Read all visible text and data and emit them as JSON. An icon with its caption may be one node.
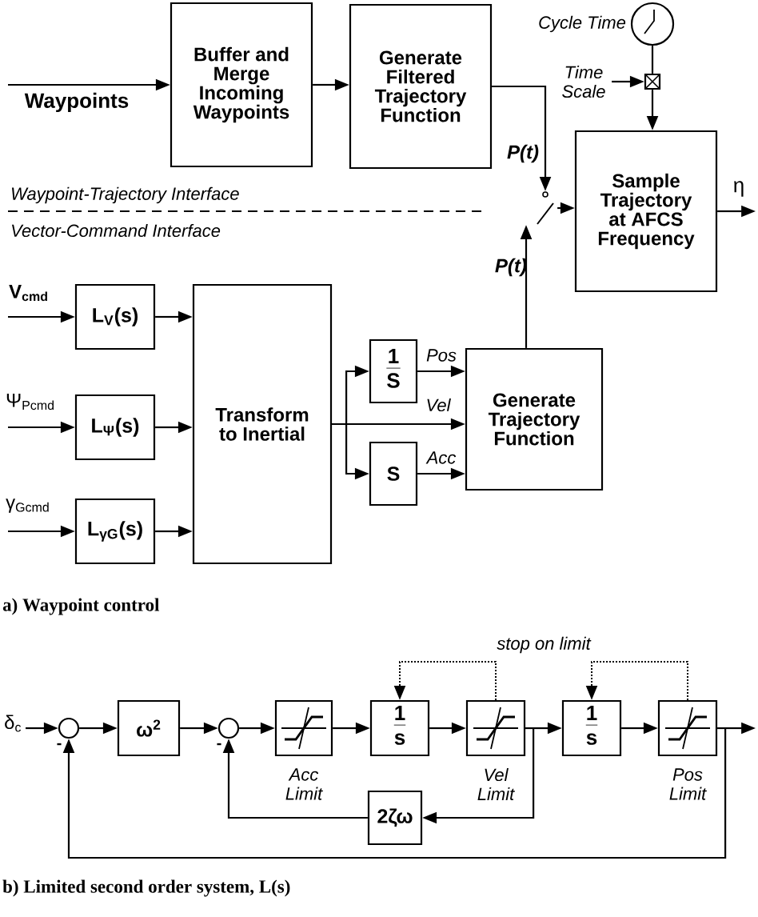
{
  "diagram": {
    "nodes": [
      {
        "text": [
          "Buffer and Merge Incoming Waypoints"
        ]
      },
      {
        "text": [
          "Generate Filtered Trajectory Function"
        ]
      },
      {
        "text": [
          "Sample Trajectory at AFCS Frequency"
        ]
      },
      {
        "text": [],
        "shape": "circle",
        "beside": [
          "Cycle Time"
        ]
      },
      {
        "text": [],
        "shape": "box"
      },
      {
        "text": [
          "Time Scale"
        ]
      },
      {
        "text": [],
        "shape": "switch"
      },
      {
        "text": [
          "L$_{V}$(s)"
        ]
      },
      {
        "text": [
          "L$_{Ψ}$(s)"
        ]
      },
      {
        "text": [
          "L$_{γG}$(s)"
        ]
      },
      {
        "text": [
          "Transform to Inertial"
        ]
      },
      {
        "text": [
          "1",
          "S"
        ]
      },
      {
        "text": [
          "S"
        ]
      },
      {
        "text": [
          "Generate Trajectory Function"
        ]
      },
      {
        "text": [],
        "shape": "circle"
      },
      {
        "text": [
          "ω$^{2}$"
        ]
      },
      {
        "text": [],
        "shape": "circle"
      },
      {
        "text": [],
        "shape": "box",
        "beside": [
          "Acc Limit"
        ]
      },
      {
        "text": [
          "1",
          "s"
        ]
      },
      {
        "text": [],
        "shape": "box",
        "beside": [
          "Vel Limit"
        ]
      },
      {
        "text": [
          "1",
          "s"
        ]
      },
      {
        "text": [],
        "shape": "box",
        "beside": [
          "Pos Limit"
        ]
      },
      {
        "text": [
          "2ζω"
        ]
      }
    ],
    "edges": [
      {
        "from": null,
        "to": 0,
        "arrow": "to",
        "label": "Waypoints"
      },
      {
        "from": 0,
        "to": 1,
        "arrow": "to"
      },
      {
        "from": 1,
        "to": 6,
        "arrow": "to",
        "label": "P(t)"
      },
      {
        "from": 6,
        "to": 2,
        "arrow": "to"
      },
      {
        "from": 2,
        "to": null,
        "arrow": "to",
        "label": "η"
      },
      {
        "from": 3,
        "to": 4,
        "arrow": "none"
      },
      {
        "from": 5,
        "to": 4,
        "arrow": "to"
      },
      {
        "from": 4,
        "to": 2,
        "arrow": "to"
      },
      {
        "from": null,
        "to": 7,
        "arrow": "to",
        "label": "V$_{cmd}$"
      },
      {
        "from": null,
        "to": 8,
        "arrow": "to",
        "label": "Ψ$_{Pcmd}$"
      },
      {
        "from": null,
        "to": 9,
        "arrow": "to",
        "label": "γ$_{Gcmd}$"
      },
      {
        "from": 7,
        "to": 10,
        "arrow": "to"
      },
      {
        "from": 8,
        "to": 10,
        "arrow": "to"
      },
      {
        "from": 9,
        "to": 10,
        "arrow": "to"
      },
      {
        "from": 10,
        "to": 11,
        "arrow": "to"
      },
      {
        "from": 10,
        "to": 13,
        "arrow": "to",
        "label": "Vel"
      },
      {
        "from": 10,
        "to": 12,
        "arrow": "to"
      },
      {
        "from": 11,
        "to": 13,
        "arrow": "to",
        "label": "Pos"
      },
      {
        "from": 12,
        "to": 13,
        "arrow": "to",
        "label": "Acc"
      },
      {
        "from": 13,
        "to": 6,
        "arrow": "to",
        "label": "P(t)"
      },
      {
        "from": null,
        "to": 14,
        "arrow": "to",
        "label": "δ$_{c}$"
      },
      {
        "from": 14,
        "to": 15,
        "arrow": "to"
      },
      {
        "from": 15,
        "to": 16,
        "arrow": "to"
      },
      {
        "from": 16,
        "to": 17,
        "arrow": "to"
      },
      {
        "from": 17,
        "to": 18,
        "arrow": "to"
      },
      {
        "from": 18,
        "to": 19,
        "arrow": "to"
      },
      {
        "from": 19,
        "to": 20,
        "arrow": "to"
      },
      {
        "from": 20,
        "to": 21,
        "arrow": "to"
      },
      {
        "from": 21,
        "to": null,
        "arrow": "to"
      },
      {
        "from": 19,
        "to": 22,
        "arrow": "to"
      },
      {
        "from": 22,
        "to": 16,
        "arrow": "to"
      },
      {
        "from": 21,
        "to": 14,
        "arrow": "to"
      },
      {
        "from": 19,
        "to": 18,
        "arrow": "to",
        "style": "dashed"
      },
      {
        "from": 21,
        "to": 20,
        "arrow": "to",
        "style": "dashed"
      }
    ],
    "labels": [
      "Waypoint-Trajectory Interface",
      "Vector-Command Interface",
      "a) Waypoint control",
      "stop on limit",
      "-",
      "-",
      "b) Limited second order system, L(s)"
    ]
  }
}
